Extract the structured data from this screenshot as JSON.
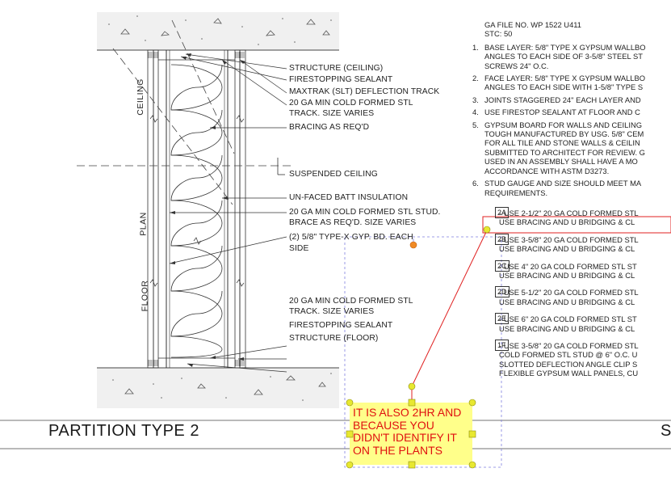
{
  "sheet": {
    "title": "PARTITION TYPE  2",
    "sheet_id_fragment": "S"
  },
  "side_labels": {
    "ceiling": "CEILING",
    "plan": "PLAN",
    "floor": "FLOOR"
  },
  "labels": [
    "STRUCTURE (CEILING)",
    "FIRESTOPPING SEALANT",
    "MAXTRAK (SLT) DEFLECTION TRACK",
    "20 GA MIN COLD FORMED STL",
    "TRACK. SIZE VARIES",
    "BRACING AS REQ'D",
    "SUSPENDED  CEILING",
    "UN-FACED BATT INSULATION",
    "20 GA MIN COLD FORMED STL STUD.",
    "BRACE AS REQ'D. SIZE VARIES",
    "(2) 5/8\" TYPE-X GYP. BD. EACH",
    "SIDE",
    "20 GA MIN COLD FORMED STL",
    "TRACK. SIZE VARIES",
    "FIRESTOPPING SEALANT",
    "STRUCTURE (FLOOR)"
  ],
  "notes": {
    "header": [
      "GA FILE NO. WP 1522 U411",
      "STC: 50"
    ],
    "items": [
      {
        "num": "1.",
        "lines": [
          "BASE LAYER: 5/8\" TYPE X GYPSUM WALLBO",
          "ANGLES TO EACH SIDE OF 3-5/8\" STEEL ST",
          "SCREWS 24\" O.C."
        ]
      },
      {
        "num": "2.",
        "lines": [
          "FACE LAYER: 5/8\" TYPE X GYPSUM WALLBO",
          "ANGLES TO EACH SIDE WITH 1-5/8\" TYPE S"
        ]
      },
      {
        "num": "3.",
        "lines": [
          "JOINTS STAGGERED 24\" EACH LAYER AND"
        ]
      },
      {
        "num": "4.",
        "lines": [
          "USE FIRESTOP SEALANT AT FLOOR AND C"
        ]
      },
      {
        "num": "5.",
        "lines": [
          "GYPSUM BOARD FOR  WALLS AND CEILING",
          "TOUGH MANUFACTURED BY USG. 5/8\" CEM",
          "FOR ALL TILE AND STONE WALLS & CEILIN",
          "SUBMITTED TO ARCHITECT FOR REVIEW. G",
          "USED IN AN ASSEMBLY SHALL HAVE A MO",
          "ACCORDANCE WITH ASTM D3273."
        ]
      },
      {
        "num": "6.",
        "lines": [
          "STUD GAUGE AND SIZE SHOULD MEET MA",
          "REQUIREMENTS."
        ]
      }
    ],
    "options": [
      {
        "tag": "2A",
        "lines": [
          "- USE 2-1/2\" 20 GA COLD FORMED STL",
          "USE BRACING AND U BRIDGING & CL"
        ]
      },
      {
        "tag": "2B",
        "lines": [
          "- USE 3-5/8\" 20 GA COLD FORMED STL",
          "USE BRACING AND U BRIDGING & CL"
        ]
      },
      {
        "tag": "2C",
        "lines": [
          "- USE 4\" 20 GA COLD FORMED STL ST",
          "USE BRACING AND U BRIDGING & CL"
        ]
      },
      {
        "tag": "2D",
        "lines": [
          "- USE 5-1/2\" 20 GA COLD FORMED STL",
          "USE BRACING AND U BRIDGING & CL"
        ]
      },
      {
        "tag": "2E",
        "lines": [
          "- USE 6\" 20 GA COLD FORMED STL ST",
          "USE BRACING AND U BRIDGING & CL"
        ]
      },
      {
        "tag": "1F",
        "lines": [
          "- USE 3-5/8\" 20 GA COLD FORMED STL",
          "COLD FORMED STL STUD @ 6\" O.C. U",
          "SLOTTED DEFLECTION ANGLE CLIP S",
          "FLEXIBLE GYPSUM WALL PANELS, CU"
        ]
      }
    ]
  },
  "callout": {
    "lines": [
      "IT IS ALSO 2HR AND",
      "BECAUSE YOU",
      "DIDN'T IDENTIFY IT",
      "ON THE PLANTS"
    ],
    "text_color": "#e01010",
    "fill_color": "#ffff8a"
  },
  "colors": {
    "markup": "#e02020",
    "selection": "#7f7fe0",
    "handle_fill": "#e8e830",
    "anchor": "#f08a24"
  }
}
